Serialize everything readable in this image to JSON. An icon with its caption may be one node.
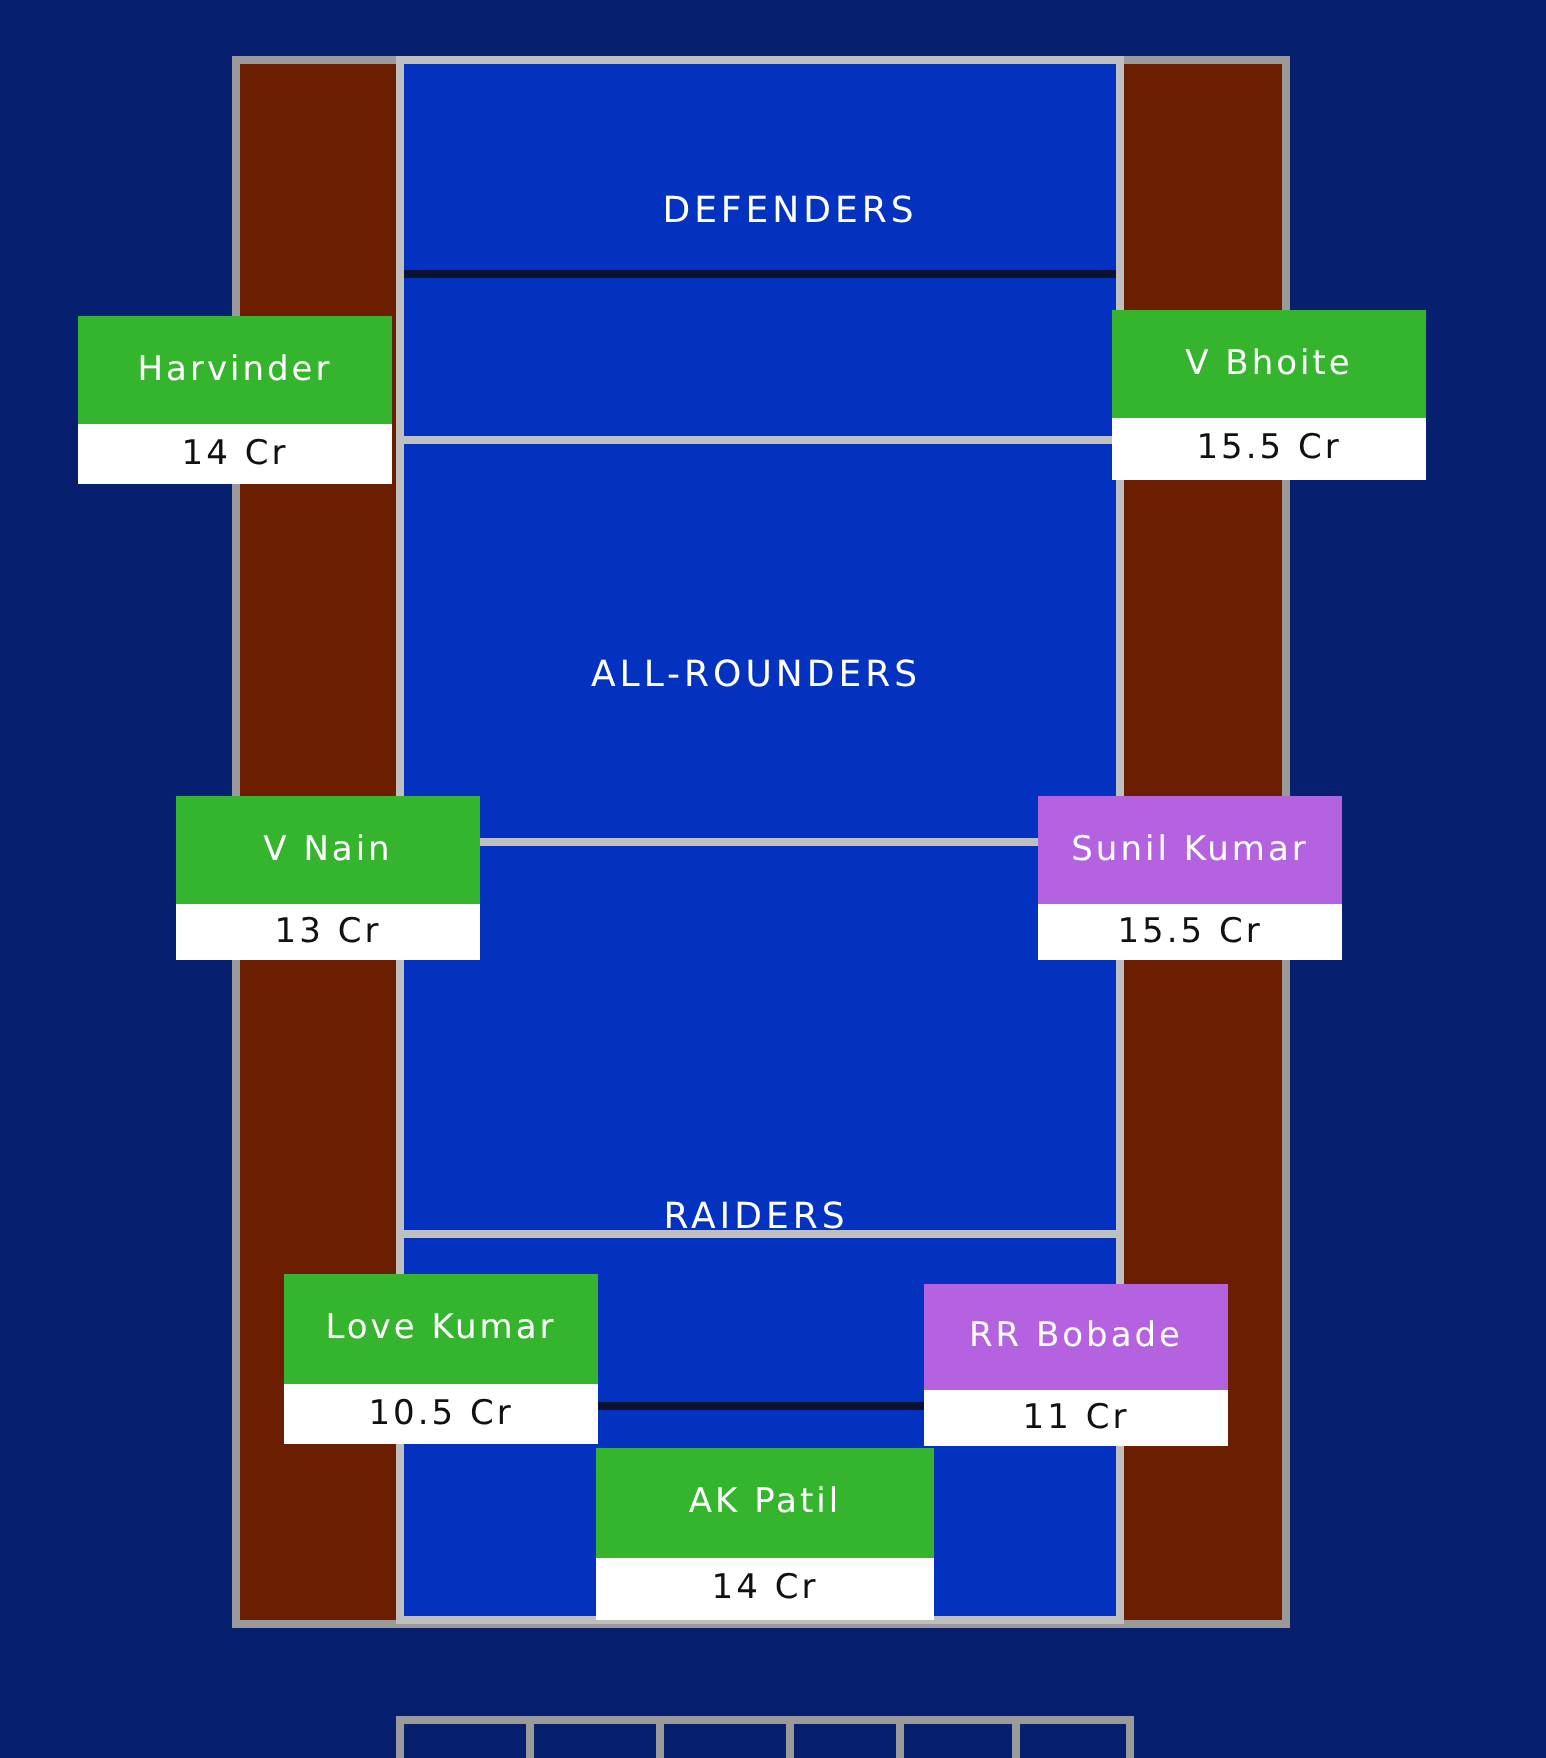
{
  "diagram": {
    "nodes": [
      {
        "text": [
          "Harvinder",
          "14 Cr"
        ]
      },
      {
        "text": [
          "V Bhoite",
          "15.5 Cr"
        ]
      },
      {
        "text": [
          "V Nain",
          "13 Cr"
        ]
      },
      {
        "text": [
          "Sunil Kumar",
          "15.5 Cr"
        ]
      },
      {
        "text": [
          "Love Kumar",
          "10.5 Cr"
        ]
      },
      {
        "text": [
          "RR Bobade",
          "11 Cr"
        ]
      },
      {
        "text": [
          "AK Patil",
          "14 Cr"
        ]
      }
    ],
    "edges": [],
    "labels": [
      "DEFENDERS",
      "ALL-ROUNDERS",
      "RAIDERS"
    ]
  }
}
